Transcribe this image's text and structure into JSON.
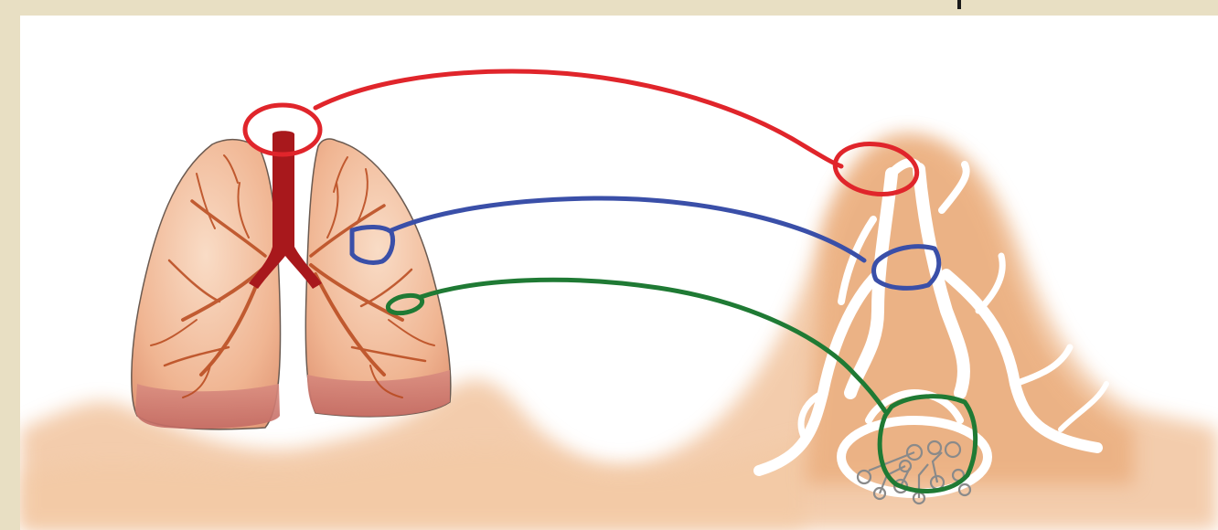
{
  "diagram": {
    "left_structure_icon": "lungs-icon",
    "right_structure_icon": "bronchial-tree-icon",
    "connectors": [
      {
        "name": "trachea-connector",
        "color": "#e0252b"
      },
      {
        "name": "bronchus-connector",
        "color": "#3a4fa8"
      },
      {
        "name": "alveoli-connector",
        "color": "#1f7a34"
      }
    ],
    "colors": {
      "frame": "#e8dfc3",
      "tissue": "#e8a66c",
      "airway": "#a8181c",
      "lung_fill": "#f2bfa0",
      "lung_base": "#cf7d72",
      "bronchi": "#b8481c"
    }
  }
}
